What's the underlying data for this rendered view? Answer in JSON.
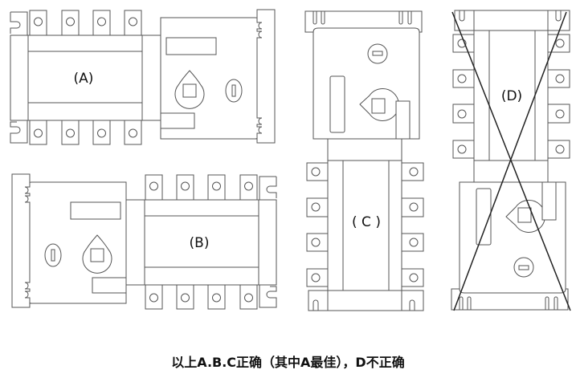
{
  "labels": {
    "a": "(A)",
    "b": "(B)",
    "c": "( C )",
    "d": "(D)"
  },
  "caption": "以上A.B.C正确（其中A最佳），D不正确",
  "colors": {
    "line": "#555555",
    "cross": "#222222"
  }
}
